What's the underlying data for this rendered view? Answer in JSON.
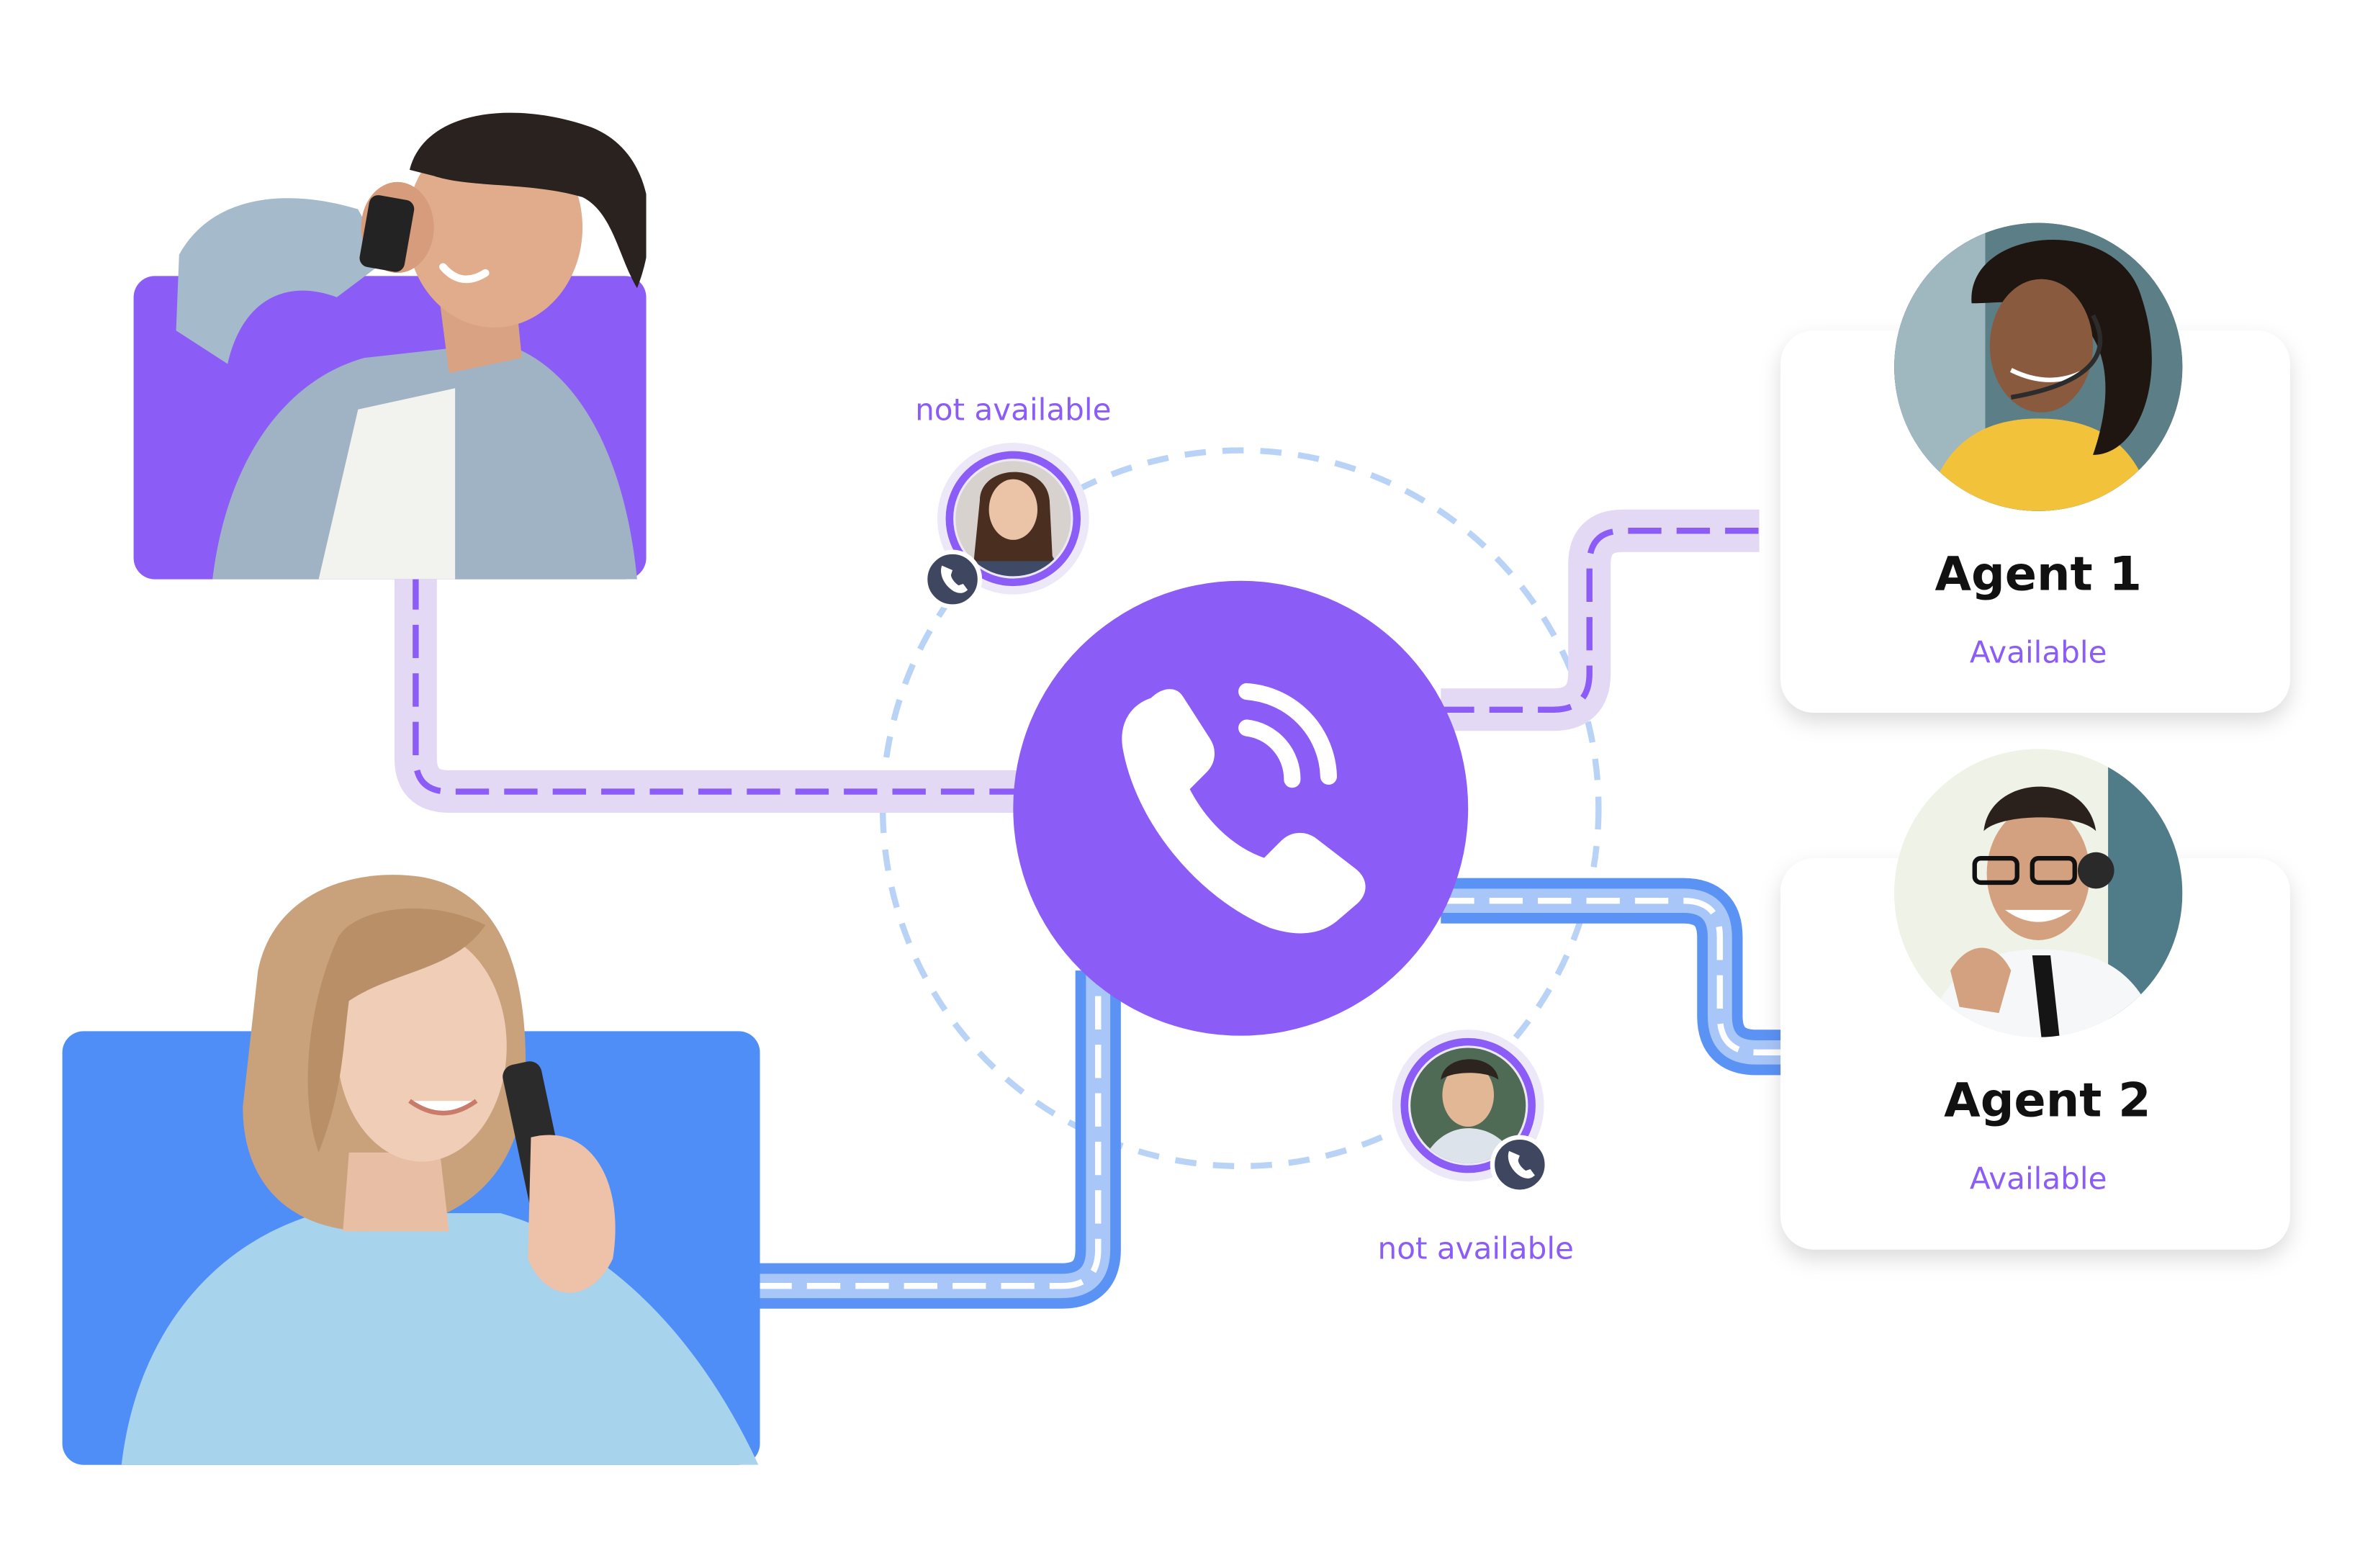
{
  "agents": [
    {
      "name": "Agent 1",
      "status": "Available"
    },
    {
      "name": "Agent 2",
      "status": "Available"
    }
  ],
  "unavailable_members": [
    {
      "status": "not available"
    },
    {
      "status": "not available"
    }
  ],
  "central_icon": "phone-ringing-icon",
  "callers": [
    {
      "depicts": "man-on-phone",
      "accent": "#8B5CF6"
    },
    {
      "depicts": "woman-on-phone",
      "accent": "#4F8EF7"
    }
  ],
  "colors": {
    "purple": "#8B5CF6",
    "purple_track": "#E4D9F5",
    "blue": "#5B93F5",
    "blue_track": "#A9C6F8",
    "ring_dashes": "#B9D3F7",
    "status_text": "#8B5CF6",
    "call_badge": "#3F4660"
  }
}
